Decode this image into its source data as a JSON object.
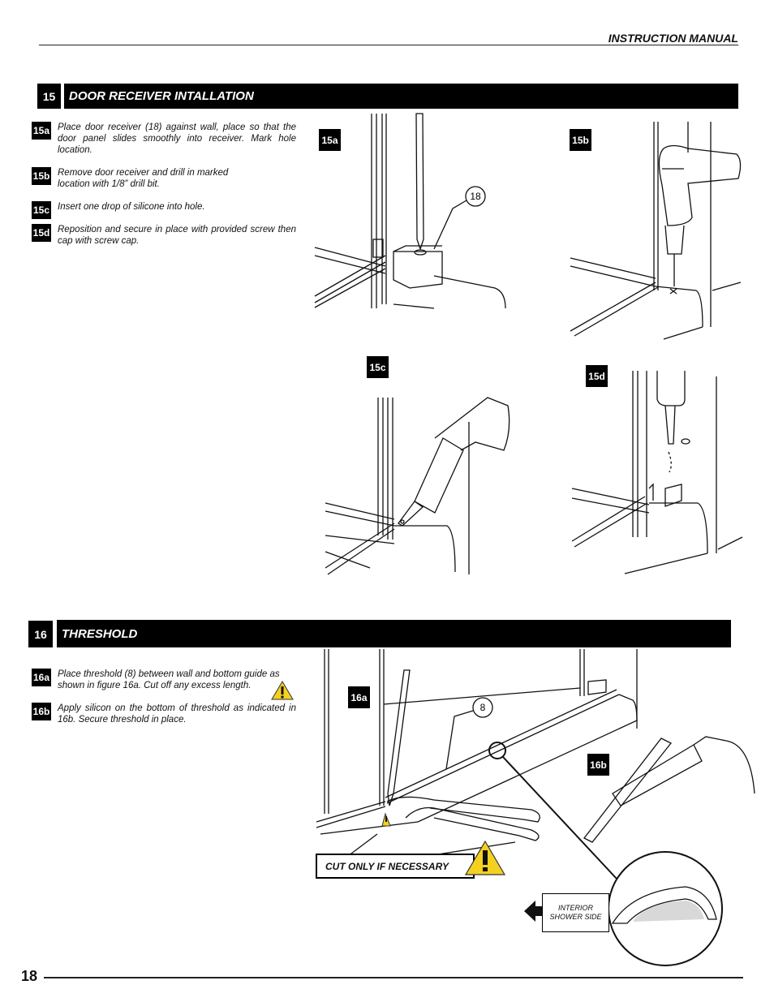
{
  "header": {
    "title": "INSTRUCTION MANUAL"
  },
  "section15": {
    "number": "15",
    "title": "DOOR RECEIVER INTALLATION",
    "steps": [
      {
        "id": "15a",
        "text": "Place door receiver (18) against wall, place so that the door panel slides smoothly into receiver. Mark hole location."
      },
      {
        "id": "15b",
        "text": "Remove door receiver and drill in marked location with 1/8” drill bit."
      },
      {
        "id": "15c",
        "text": "Insert one drop of silicone into hole."
      },
      {
        "id": "15d",
        "text": "Reposition and secure in place with provided screw then cap with screw cap."
      }
    ],
    "figures": {
      "a": "15a",
      "b": "15b",
      "c": "15c",
      "d": "15d",
      "part_callout": "18"
    }
  },
  "section16": {
    "number": "16",
    "title": "THRESHOLD",
    "steps": [
      {
        "id": "16a",
        "text": "Place threshold (8) between wall and bottom guide as shown in figure 16a. Cut off any excess length."
      },
      {
        "id": "16b",
        "text": "Apply silicon on the bottom of threshold as indicated in 16b. Secure threshold in place."
      }
    ],
    "figures": {
      "a": "16a",
      "b": "16b",
      "part_callout": "8"
    },
    "cut_warning": "CUT ONLY IF NECESSARY",
    "interior_label": "INTERIOR SHOWER SIDE"
  },
  "footer": {
    "page_number": "18"
  }
}
